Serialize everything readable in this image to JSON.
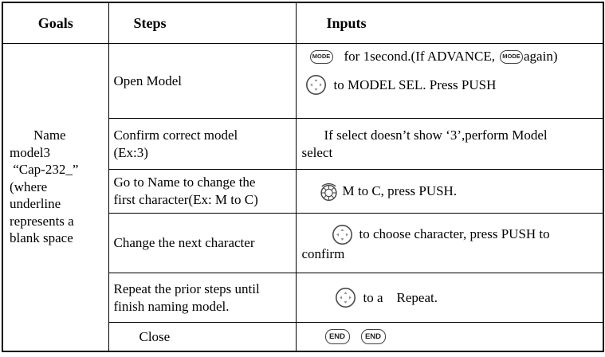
{
  "icons": {
    "mode_label": "MODE",
    "end_label": "END",
    "nav_icon": "four-way-navigation-button",
    "dial_icon": "rotary-dial-knob"
  },
  "colors": {
    "border": "#000000",
    "icon_stroke": "#4a4a4a",
    "background": "#ffffff"
  },
  "table": {
    "headers": {
      "goals": "Goals",
      "steps": "Steps",
      "inputs": "Inputs"
    },
    "goal": "Name\nmodel3\n “Cap-232_”\n(where\nunderline\nrepresents a\nblank space",
    "rows": [
      {
        "step": "Open Model",
        "input": {
          "seg1": "for 1second.(If ADVANCE,",
          "seg2": "again)",
          "line2": "to MODEL SEL. Press PUSH"
        }
      },
      {
        "step": "Confirm correct model\n(Ex:3)",
        "input": {
          "text": "If select doesn’t show ‘3’,perform Model\nselect"
        }
      },
      {
        "step": "Go to Name to change the\nfirst character(Ex: M to C)",
        "input": {
          "text": "M to C, press PUSH."
        }
      },
      {
        "step": "Change the next character",
        "input": {
          "line1": "to choose character, press PUSH to",
          "line2": "confirm"
        }
      },
      {
        "step": "Repeat the prior steps until\nfinish naming model.",
        "input": {
          "text": "to a    Repeat."
        }
      },
      {
        "step": "Close",
        "input": {}
      }
    ]
  }
}
